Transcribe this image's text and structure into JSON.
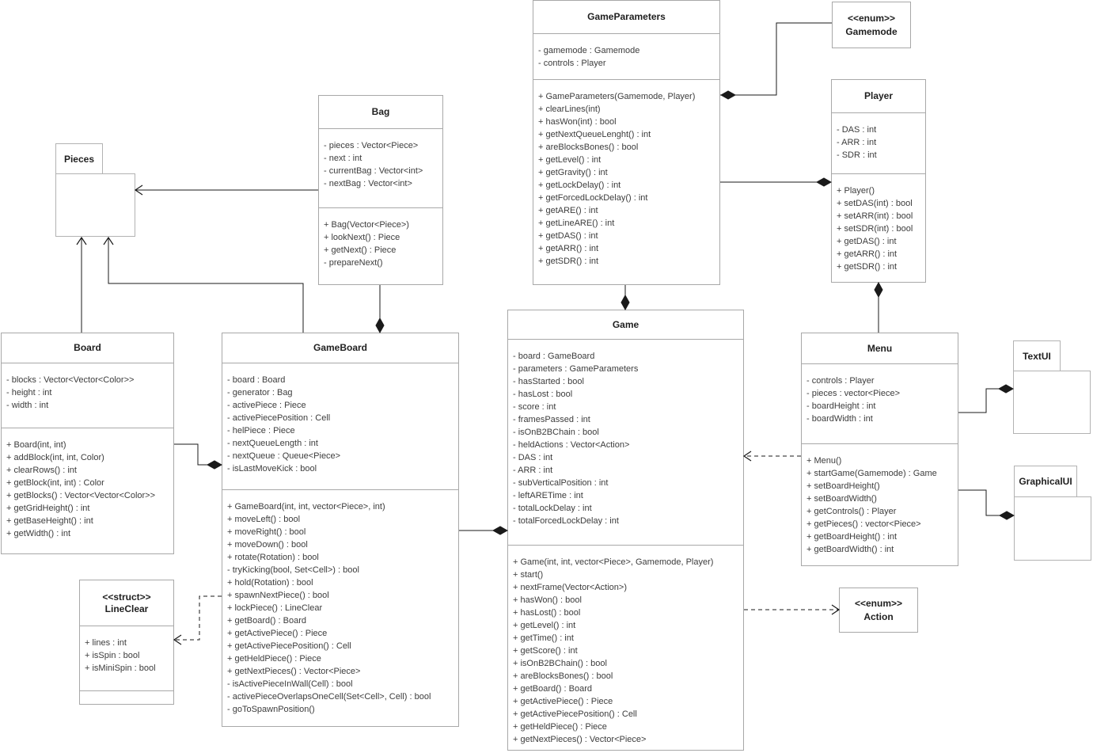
{
  "diagram": {
    "colors": {
      "background": "#ffffff",
      "box_border": "#a8a8a8",
      "title_text": "#1f1f1f",
      "member_text": "#3c3c3c",
      "connector": "#1a1a1a"
    },
    "classes": [
      {
        "name": "GameParameters",
        "attributes": [
          "- gamemode : Gamemode",
          "- controls : Player"
        ],
        "methods": [
          "+ GameParameters(Gamemode, Player)",
          "+ clearLines(int)",
          "+ hasWon(int) : bool",
          "+ getNextQueueLenght() : int",
          "+ areBlocksBones() : bool",
          "+ getLevel() : int",
          "+ getGravity() : int",
          "+ getLockDelay() : int",
          "+ getForcedLockDelay() : int",
          "+ getARE() : int",
          "+ getLineARE() : int",
          "+ getDAS() : int",
          "+ getARR() : int",
          "+ getSDR() : int"
        ]
      },
      {
        "name": "Bag",
        "attributes": [
          "- pieces : Vector<Piece>",
          "- next : int",
          "- currentBag : Vector<int>",
          "- nextBag : Vector<int>"
        ],
        "methods": [
          "+ Bag(Vector<Piece>)",
          "+ lookNext() : Piece",
          "+ getNext() : Piece",
          "- prepareNext()"
        ]
      },
      {
        "name": "Player",
        "attributes": [
          "- DAS : int",
          "- ARR : int",
          "- SDR : int"
        ],
        "methods": [
          "+ Player()",
          "+ setDAS(int) : bool",
          "+ setARR(int) : bool",
          "+ setSDR(int) : bool",
          "+ getDAS() : int",
          "+ getARR() : int",
          "+ getSDR() : int"
        ]
      },
      {
        "name": "Board",
        "attributes": [
          "- blocks : Vector<Vector<Color>>",
          "- height : int",
          "- width : int"
        ],
        "methods": [
          "+ Board(int, int)",
          "+ addBlock(int, int, Color)",
          "+ clearRows() : int",
          "+ getBlock(int, int) : Color",
          "+ getBlocks() : Vector<Vector<Color>>",
          "+ getGridHeight() : int",
          "+ getBaseHeight() : int",
          "+ getWidth() : int"
        ]
      },
      {
        "name": "GameBoard",
        "attributes": [
          "- board : Board",
          "- generator : Bag",
          "- activePiece : Piece",
          "- activePiecePosition : Cell",
          "- helPiece : Piece",
          "- nextQueueLength : int",
          "- nextQueue : Queue<Piece>",
          "- isLastMoveKick : bool"
        ],
        "methods": [
          "+ GameBoard(int, int, vector<Piece>, int)",
          "+ moveLeft() : bool",
          "+ moveRight() : bool",
          "+ moveDown() : bool",
          "+ rotate(Rotation) : bool",
          "- tryKicking(bool, Set<Cell>) : bool",
          "+ hold(Rotation) : bool",
          "+ spawnNextPiece() : bool",
          "+ lockPiece() : LineClear",
          "+ getBoard() : Board",
          "+ getActivePiece() : Piece",
          "+ getActivePiecePosition() : Cell",
          "+ getHeldPiece() : Piece",
          "+ getNextPieces() : Vector<Piece>",
          "- isActivePieceInWall(Cell) : bool",
          "- activePieceOverlapsOneCell(Set<Cell>, Cell) : bool",
          "- goToSpawnPosition()"
        ]
      },
      {
        "name": "Game",
        "attributes": [
          "- board : GameBoard",
          "- parameters : GameParameters",
          "- hasStarted : bool",
          "- hasLost : bool",
          "- score : int",
          "- framesPassed : int",
          "- isOnB2BChain : bool",
          "- heldActions : Vector<Action>",
          "- DAS : int",
          "- ARR : int",
          "- subVerticalPosition : int",
          "- leftARETime : int",
          "- totalLockDelay : int",
          "- totalForcedLockDelay : int"
        ],
        "methods": [
          "+ Game(int, int, vector<Piece>, Gamemode, Player)",
          "+ start()",
          "+ nextFrame(Vector<Action>)",
          "+ hasWon() : bool",
          "+ hasLost() : bool",
          "+ getLevel() : int",
          "+ getTime() : int",
          "+ getScore() : int",
          "+ isOnB2BChain() : bool",
          "+ areBlocksBones() : bool",
          "+ getBoard() : Board",
          "+ getActivePiece() : Piece",
          "+ getActivePiecePosition() : Cell",
          "+ getHeldPiece() : Piece",
          "+ getNextPieces() : Vector<Piece>"
        ]
      },
      {
        "name": "Menu",
        "attributes": [
          "- controls : Player",
          "- pieces : vector<Piece>",
          "- boardHeight : int",
          "- boardWidth : int"
        ],
        "methods": [
          "+ Menu()",
          "+ startGame(Gamemode) : Game",
          "+ setBoardHeight()",
          "+ setBoardWidth()",
          "+ getControls() : Player",
          "+ getPieces() : vector<Piece>",
          "+ getBoardHeight() : int",
          "+ getBoardWidth() : int"
        ]
      },
      {
        "name": "LineClear",
        "stereotype": "<<struct>>",
        "attributes": [
          "+ lines : int",
          "+ isSpin : bool",
          "+ isMiniSpin : bool"
        ],
        "methods": []
      }
    ],
    "enums": [
      {
        "stereotype": "<<enum>>",
        "name": "Gamemode"
      },
      {
        "stereotype": "<<enum>>",
        "name": "Action"
      }
    ],
    "packages": [
      {
        "name": "Pieces"
      },
      {
        "name": "TextUI"
      },
      {
        "name": "GraphicalUI"
      }
    ],
    "relationships": [
      {
        "between": [
          "GameParameters",
          "Gamemode"
        ],
        "kind": "composition",
        "diamond_at": "GameParameters"
      },
      {
        "between": [
          "GameParameters",
          "Player"
        ],
        "kind": "composition",
        "diamond_at": "Player"
      },
      {
        "between": [
          "GameParameters",
          "Game"
        ],
        "kind": "composition",
        "diamond_at": "Game"
      },
      {
        "between": [
          "Player",
          "Menu"
        ],
        "kind": "composition",
        "diamond_at": "Player"
      },
      {
        "between": [
          "Bag",
          "GameBoard"
        ],
        "kind": "composition",
        "diamond_at": "GameBoard"
      },
      {
        "between": [
          "Board",
          "GameBoard"
        ],
        "kind": "composition",
        "diamond_at": "GameBoard"
      },
      {
        "between": [
          "GameBoard",
          "Game"
        ],
        "kind": "composition",
        "diamond_at": "Game"
      },
      {
        "between": [
          "Board",
          "Pieces"
        ],
        "kind": "association",
        "arrow_at": "Pieces"
      },
      {
        "between": [
          "GameBoard",
          "Pieces"
        ],
        "kind": "association",
        "arrow_at": "Pieces"
      },
      {
        "between": [
          "Bag",
          "Pieces"
        ],
        "kind": "association",
        "arrow_at": "Pieces"
      },
      {
        "between": [
          "Menu",
          "Game"
        ],
        "kind": "dependency",
        "arrow_at": "Game"
      },
      {
        "between": [
          "Game",
          "Action"
        ],
        "kind": "dependency",
        "arrow_at": "Action"
      },
      {
        "between": [
          "GameBoard",
          "LineClear"
        ],
        "kind": "dependency",
        "arrow_at": "LineClear"
      },
      {
        "between": [
          "Menu",
          "TextUI"
        ],
        "kind": "composition",
        "diamond_at": "TextUI"
      },
      {
        "between": [
          "Menu",
          "GraphicalUI"
        ],
        "kind": "composition",
        "diamond_at": "GraphicalUI"
      }
    ]
  }
}
